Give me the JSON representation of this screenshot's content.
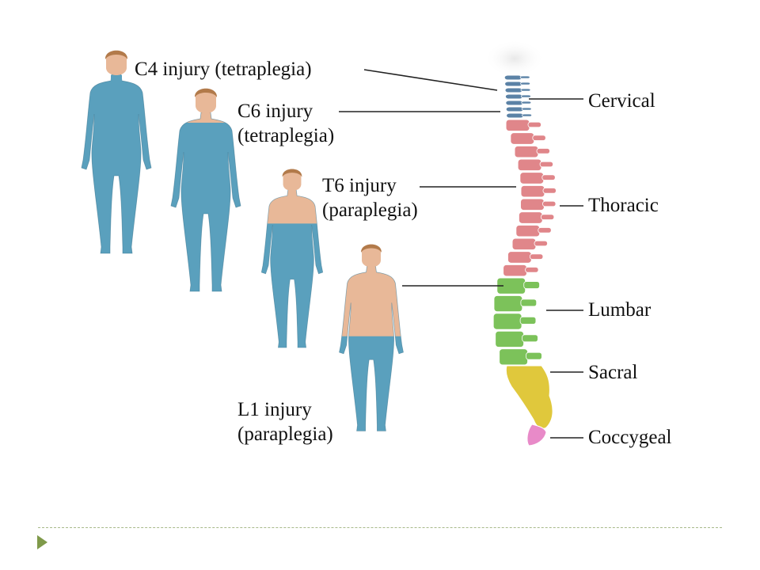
{
  "injuries": [
    {
      "level": "C4 injury",
      "type": "(tetraplegia)"
    },
    {
      "level": "C6 injury",
      "type": "(tetraplegia)"
    },
    {
      "level": "T6 injury",
      "type": "(paraplegia)"
    },
    {
      "level": "L1 injury",
      "type": "(paraplegia)"
    }
  ],
  "spine_regions": [
    "Cervical",
    "Thoracic",
    "Lumbar",
    "Sacral",
    "Coccygeal"
  ],
  "colors": {
    "paralysis": "#5aa0bd",
    "skin": "#e8b898",
    "cervical": "#5b82a6",
    "thoracic": "#e0868a",
    "lumbar": "#7cc25a",
    "sacral": "#e0c83c",
    "coccygeal": "#e88ac8",
    "footer_rule": "#a8b98a",
    "footer_bullet": "#7f9a4a"
  }
}
